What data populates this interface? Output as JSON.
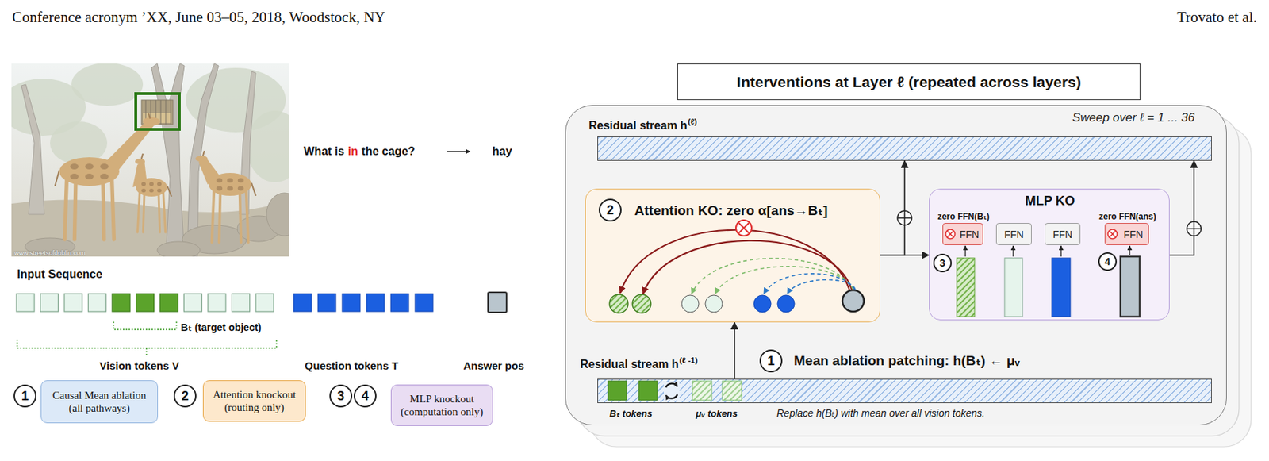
{
  "diagram": {
    "nodes": [
      {
        "text": [
          "1"
        ]
      },
      {
        "text": [
          "Causal Mean ablation (all pathways)"
        ]
      },
      {
        "text": [
          "2"
        ]
      },
      {
        "text": [
          "Attention knockout (routing only)"
        ]
      },
      {
        "text": [
          "3"
        ]
      },
      {
        "text": [
          "4"
        ]
      },
      {
        "text": [
          "MLP knockout (computation only)"
        ]
      },
      {
        "text": [
          "Interventions at Layer ℓ (repeated across layers)"
        ]
      },
      {
        "text": [
          "Sweep over ℓ = 1 ... 36"
        ]
      },
      {
        "text": [
          "Residual stream h",
          "(ℓ)"
        ],
        "in": 8
      },
      {
        "text": [
          "Attention KO: zero α[ans→Bₜ]"
        ],
        "in": 8
      },
      {
        "text": [
          "2"
        ],
        "in": 10
      },
      {
        "text": [
          "MLP KO"
        ],
        "in": 8
      },
      {
        "text": [
          "zero FFN(Bₜ)",
          "FFN"
        ],
        "in": 12
      },
      {
        "text": [
          "FFN"
        ],
        "in": 12
      },
      {
        "text": [
          "FFN"
        ],
        "in": 12
      },
      {
        "text": [
          "zero FFN(ans)",
          "FFN"
        ],
        "in": 12
      },
      {
        "text": [
          "3"
        ],
        "in": 12
      },
      {
        "text": [
          "4"
        ],
        "in": 12
      },
      {
        "text": [
          "Residual stream h",
          "(ℓ -1)"
        ],
        "in": 8
      },
      {
        "text": [
          "1"
        ],
        "in": 8
      }
    ],
    "edges": [
      {
        "from": 19,
        "to": 10,
        "arrow": "to"
      },
      {
        "from": 10,
        "to": 9,
        "arrow": "to"
      },
      {
        "from": 10,
        "to": 12,
        "arrow": "to"
      },
      {
        "from": 12,
        "to": 9,
        "arrow": "to"
      }
    ],
    "labels": [
      "Conference acronym ’XX, June 03–05, 2018, Woodstock, NY",
      "Trovato et al.",
      "www.streetsofdublin.com",
      "What is",
      "in",
      "the cage?",
      "hay",
      "Input Sequence",
      "Bₜ (target object)",
      "Vision tokens V",
      "Question tokens T",
      "Answer pos",
      "Mean ablation patching: h(Bₜ) ← μᵥ",
      "Bₜ tokens",
      "μᵥ tokens",
      "Replace h(Bₜ) with mean over all vision tokens."
    ]
  }
}
